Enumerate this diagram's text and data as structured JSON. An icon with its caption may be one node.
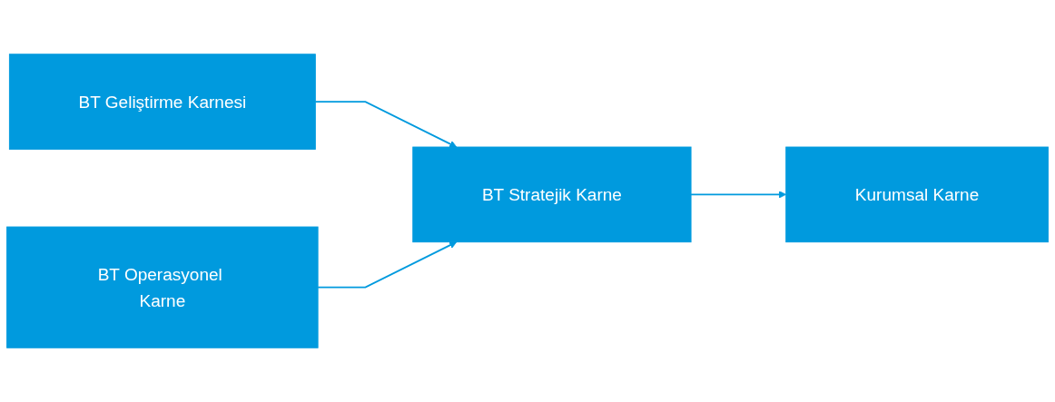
{
  "diagram": {
    "nodes": [
      {
        "text": [
          "BT Geliştirme Karnesi"
        ]
      },
      {
        "text": [
          "BT Operasyonel Karne"
        ]
      },
      {
        "text": [
          "BT Stratejik Karne"
        ]
      },
      {
        "text": [
          "Kurumsal Karne"
        ]
      }
    ],
    "edges": [
      {
        "from": 0,
        "to": 2,
        "arrow": "to"
      },
      {
        "from": 1,
        "to": 2,
        "arrow": "to"
      },
      {
        "from": 2,
        "to": 3,
        "arrow": "to"
      }
    ]
  }
}
